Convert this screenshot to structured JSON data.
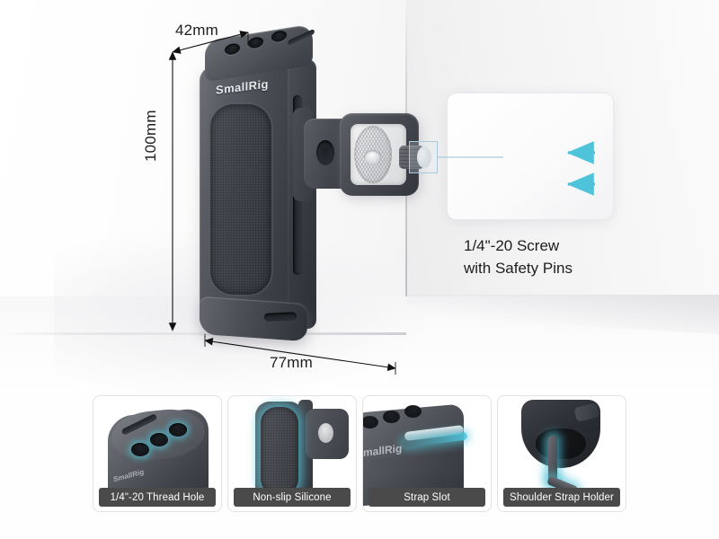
{
  "page": {
    "title": "SmallRig Side Handle Product Specification Infographic",
    "brand": "SmallRig"
  },
  "colors": {
    "accent_cyan": "#4fc3d9",
    "callout_line": "#a9cbdb",
    "caption_bg": "#4a4a4a",
    "text": "#1d1d1d",
    "background": "#fefefe"
  },
  "dimensions": {
    "width_label": "42mm",
    "height_label": "100mm",
    "depth_label": "77mm"
  },
  "callout": {
    "line1": "1/4\"-20 Screw",
    "line2": "with Safety Pins"
  },
  "product": {
    "logo_text": "SmallRig"
  },
  "features": [
    {
      "caption": "1/4\"-20 Thread Hole",
      "icon": "thread-hole-icon"
    },
    {
      "caption": "Non-slip Silicone",
      "icon": "silicone-grip-icon"
    },
    {
      "caption": "Strap Slot",
      "icon": "strap-slot-icon"
    },
    {
      "caption": "Shoulder Strap Holder",
      "icon": "strap-holder-icon"
    }
  ]
}
